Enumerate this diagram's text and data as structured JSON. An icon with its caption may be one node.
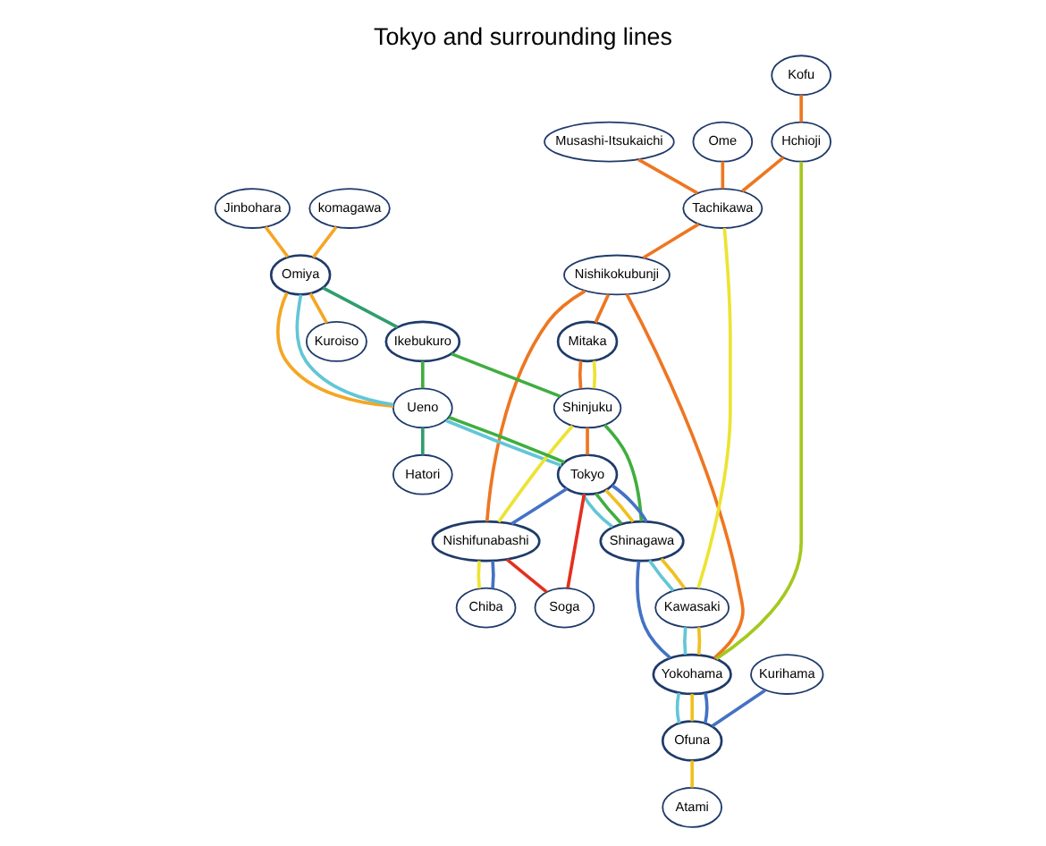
{
  "diagram": {
    "title": "Tokyo and surrounding lines",
    "nodes": [
      {
        "text": [
          "Jinbohara"
        ]
      },
      {
        "text": [
          "Kuroiso"
        ]
      },
      {
        "text": [
          "Omiya"
        ]
      },
      {
        "text": [
          "Ome"
        ]
      },
      {
        "text": [
          "komagawa"
        ]
      },
      {
        "text": [
          "Musashi-Itsukaichi"
        ]
      },
      {
        "text": [
          "Hatori"
        ]
      },
      {
        "text": [
          "Kofu"
        ]
      },
      {
        "text": [
          "Nishikokubunji"
        ]
      },
      {
        "text": [
          "Hchioji"
        ]
      },
      {
        "text": [
          "Ikebukuro"
        ]
      },
      {
        "text": [
          "Tachikawa"
        ]
      },
      {
        "text": [
          "Mitaka"
        ]
      },
      {
        "text": [
          "Ueno"
        ]
      },
      {
        "text": [
          "Shinjuku"
        ]
      },
      {
        "text": [
          "Nishifunabashi"
        ]
      },
      {
        "text": [
          "Tokyo"
        ]
      },
      {
        "text": [
          "Yokohama"
        ]
      },
      {
        "text": [
          "Shinagawa"
        ]
      },
      {
        "text": [
          "Chiba"
        ]
      },
      {
        "text": [
          "Kawasaki"
        ]
      },
      {
        "text": [
          "Atami"
        ]
      },
      {
        "text": [
          "Ofuna"
        ]
      },
      {
        "text": [
          "Soga"
        ]
      },
      {
        "text": [
          "Kurihama"
        ]
      }
    ],
    "edges": [
      {
        "from": 0,
        "to": 2,
        "arrow": "none",
        "color": "#f5a623"
      },
      {
        "from": 2,
        "to": 1,
        "arrow": "none",
        "color": "#f5a623"
      },
      {
        "from": 4,
        "to": 2,
        "arrow": "none",
        "color": "#f5a623"
      },
      {
        "from": 2,
        "to": 13,
        "arrow": "none",
        "color": "#f5a623"
      },
      {
        "from": 2,
        "to": 10,
        "arrow": "none",
        "color": "#2f9e6e"
      },
      {
        "from": 13,
        "to": 6,
        "arrow": "none",
        "color": "#2f9e6e"
      },
      {
        "from": 2,
        "to": 13,
        "arrow": "none",
        "color": "#62c6d6"
      },
      {
        "from": 13,
        "to": 16,
        "arrow": "none",
        "color": "#62c6d6"
      },
      {
        "from": 16,
        "to": 18,
        "arrow": "none",
        "color": "#62c6d6"
      },
      {
        "from": 18,
        "to": 20,
        "arrow": "none",
        "color": "#62c6d6"
      },
      {
        "from": 20,
        "to": 17,
        "arrow": "none",
        "color": "#62c6d6"
      },
      {
        "from": 17,
        "to": 22,
        "arrow": "none",
        "color": "#62c6d6"
      },
      {
        "from": 7,
        "to": 9,
        "arrow": "none",
        "color": "#ee7622"
      },
      {
        "from": 9,
        "to": 11,
        "arrow": "none",
        "color": "#ee7622"
      },
      {
        "from": 3,
        "to": 11,
        "arrow": "none",
        "color": "#ee7622"
      },
      {
        "from": 5,
        "to": 11,
        "arrow": "none",
        "color": "#ee7622"
      },
      {
        "from": 11,
        "to": 8,
        "arrow": "none",
        "color": "#ee7622"
      },
      {
        "from": 8,
        "to": 12,
        "arrow": "none",
        "color": "#ee7622"
      },
      {
        "from": 12,
        "to": 14,
        "arrow": "none",
        "color": "#ee7622"
      },
      {
        "from": 14,
        "to": 16,
        "arrow": "none",
        "color": "#ee7622"
      },
      {
        "from": 8,
        "to": 15,
        "arrow": "none",
        "color": "#ee7622"
      },
      {
        "from": 8,
        "to": 17,
        "arrow": "none",
        "color": "#ee7622"
      },
      {
        "from": 11,
        "to": 20,
        "arrow": "none",
        "color": "#ede332"
      },
      {
        "from": 12,
        "to": 14,
        "arrow": "none",
        "color": "#ede332"
      },
      {
        "from": 14,
        "to": 15,
        "arrow": "none",
        "color": "#ede332"
      },
      {
        "from": 15,
        "to": 19,
        "arrow": "none",
        "color": "#ede332"
      },
      {
        "from": 9,
        "to": 17,
        "arrow": "none",
        "color": "#a5c81e"
      },
      {
        "from": 10,
        "to": 13,
        "arrow": "none",
        "color": "#3fae3f"
      },
      {
        "from": 10,
        "to": 14,
        "arrow": "none",
        "color": "#3fae3f"
      },
      {
        "from": 14,
        "to": 18,
        "arrow": "none",
        "color": "#3fae3f"
      },
      {
        "from": 18,
        "to": 16,
        "arrow": "none",
        "color": "#3fae3f"
      },
      {
        "from": 16,
        "to": 13,
        "arrow": "none",
        "color": "#3fae3f"
      },
      {
        "from": 16,
        "to": 18,
        "arrow": "none",
        "color": "#f0c020"
      },
      {
        "from": 18,
        "to": 20,
        "arrow": "none",
        "color": "#f0c020"
      },
      {
        "from": 20,
        "to": 17,
        "arrow": "none",
        "color": "#f0c020"
      },
      {
        "from": 17,
        "to": 22,
        "arrow": "none",
        "color": "#f0c020"
      },
      {
        "from": 22,
        "to": 21,
        "arrow": "none",
        "color": "#f0c020"
      },
      {
        "from": 24,
        "to": 22,
        "arrow": "none",
        "color": "#4472c4"
      },
      {
        "from": 22,
        "to": 17,
        "arrow": "none",
        "color": "#4472c4"
      },
      {
        "from": 17,
        "to": 18,
        "arrow": "none",
        "color": "#4472c4"
      },
      {
        "from": 18,
        "to": 16,
        "arrow": "none",
        "color": "#4472c4"
      },
      {
        "from": 16,
        "to": 15,
        "arrow": "none",
        "color": "#4472c4"
      },
      {
        "from": 15,
        "to": 19,
        "arrow": "none",
        "color": "#4472c4"
      },
      {
        "from": 16,
        "to": 23,
        "arrow": "none",
        "color": "#e4301e"
      },
      {
        "from": 15,
        "to": 23,
        "arrow": "none",
        "color": "#e4301e"
      }
    ]
  }
}
